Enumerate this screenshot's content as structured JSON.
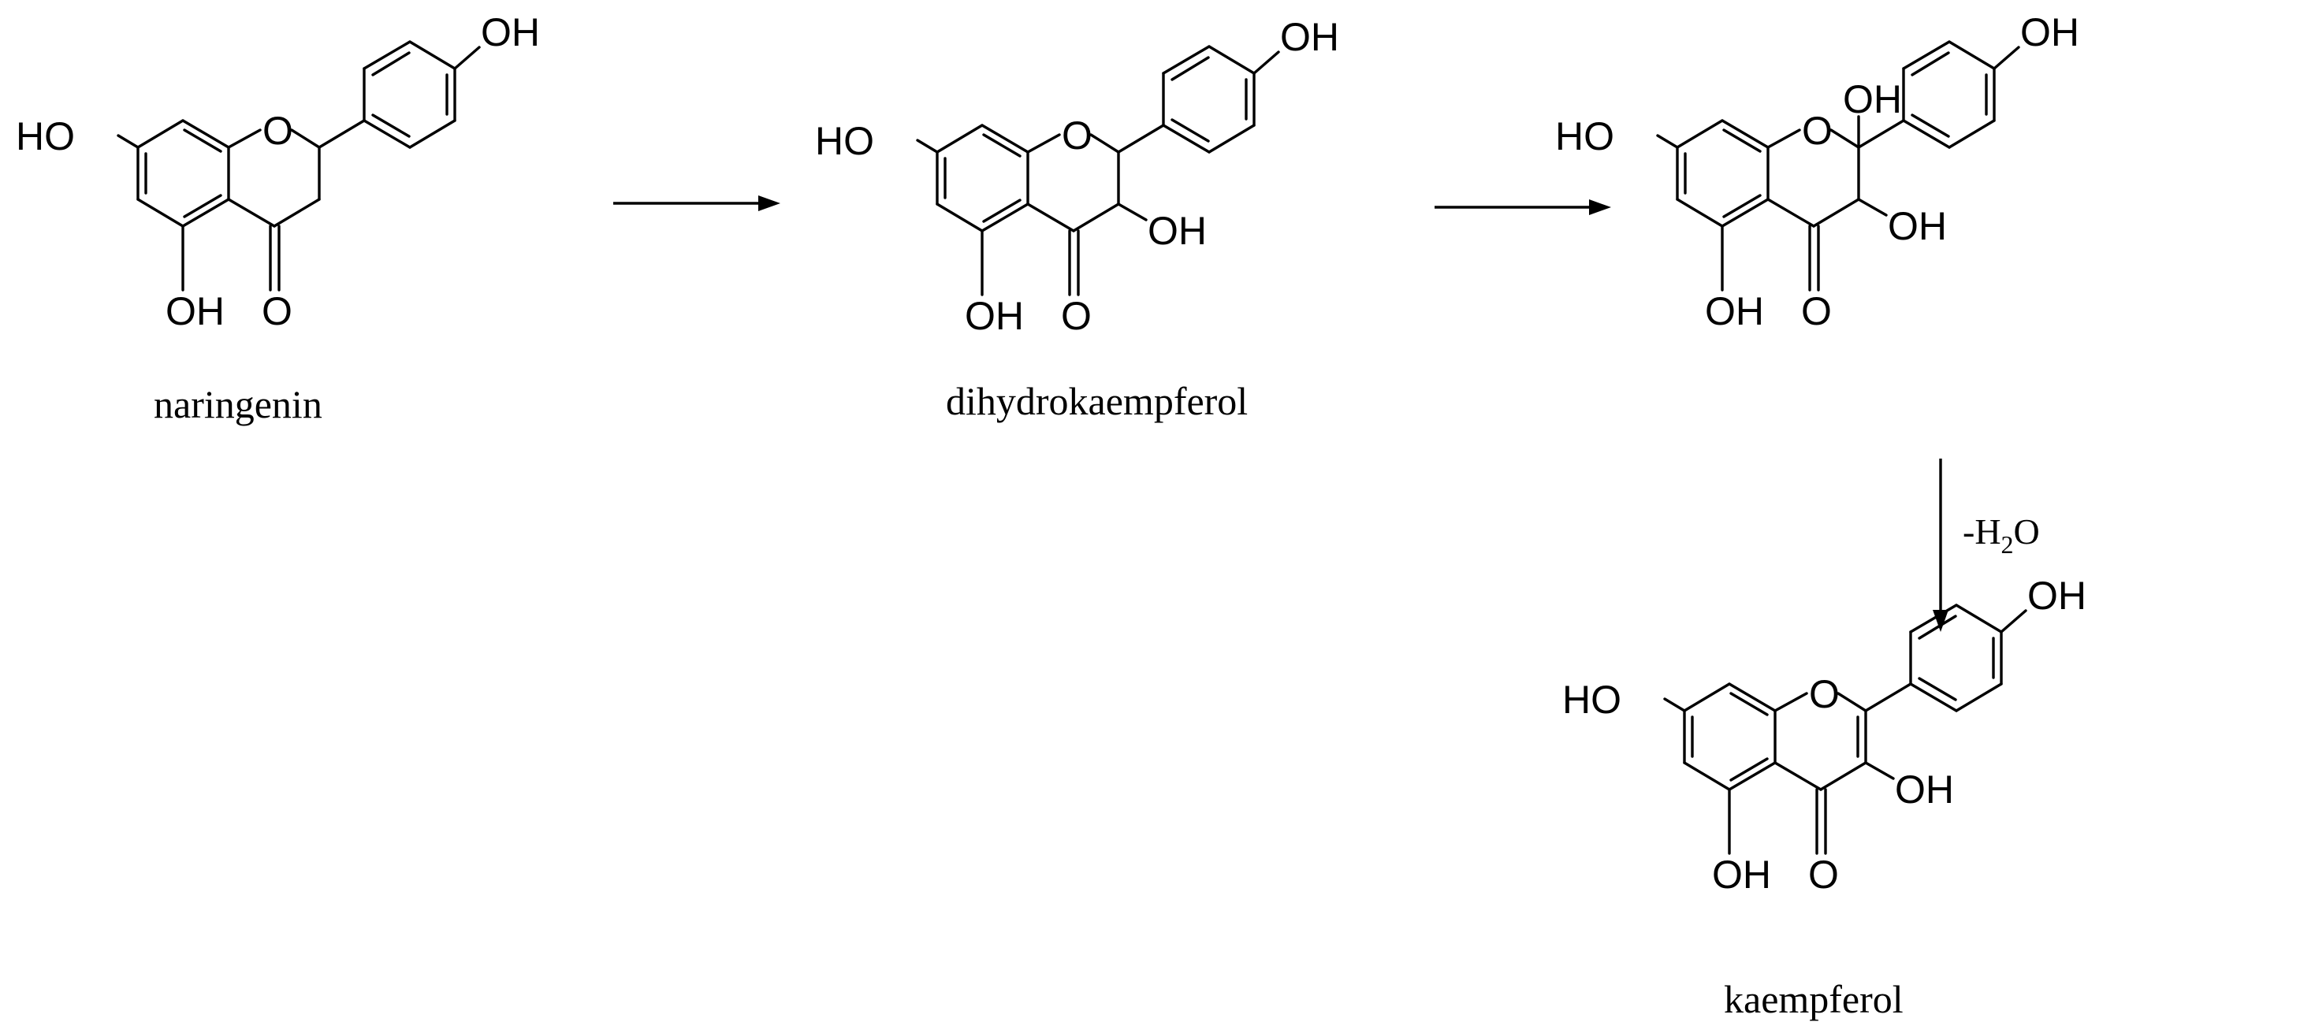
{
  "compounds": [
    {
      "key": "naringenin",
      "name": "naringenin",
      "labels": {
        "ho7": "HO",
        "o1": "O",
        "oh4p": "OH",
        "oh5": "OH",
        "o4": "O"
      }
    },
    {
      "key": "dihydrokaempferol",
      "name": "dihydrokaempferol",
      "labels": {
        "ho7": "HO",
        "o1": "O",
        "oh4p": "OH",
        "oh3": "OH",
        "oh5": "OH",
        "o4": "O"
      }
    },
    {
      "key": "intermediate",
      "name": "",
      "labels": {
        "ho7": "HO",
        "o1": "O",
        "oh2": "OH",
        "oh4p": "OH",
        "oh3": "OH",
        "oh5": "OH",
        "o4": "O"
      }
    },
    {
      "key": "kaempferol",
      "name": "kaempferol",
      "labels": {
        "ho7": "HO",
        "o1": "O",
        "oh4p": "OH",
        "oh3": "OH",
        "oh5": "OH",
        "o4": "O"
      }
    }
  ],
  "arrows": [
    {
      "key": "step1",
      "from": "naringenin",
      "to": "dihydrokaempferol",
      "direction": "right",
      "label": ""
    },
    {
      "key": "step2",
      "from": "dihydrokaempferol",
      "to": "intermediate",
      "direction": "right",
      "label": ""
    },
    {
      "key": "step3",
      "from": "intermediate",
      "to": "kaempferol",
      "direction": "down",
      "label_prefix": "-H",
      "label_sub": "2",
      "label_suffix": "O"
    }
  ]
}
